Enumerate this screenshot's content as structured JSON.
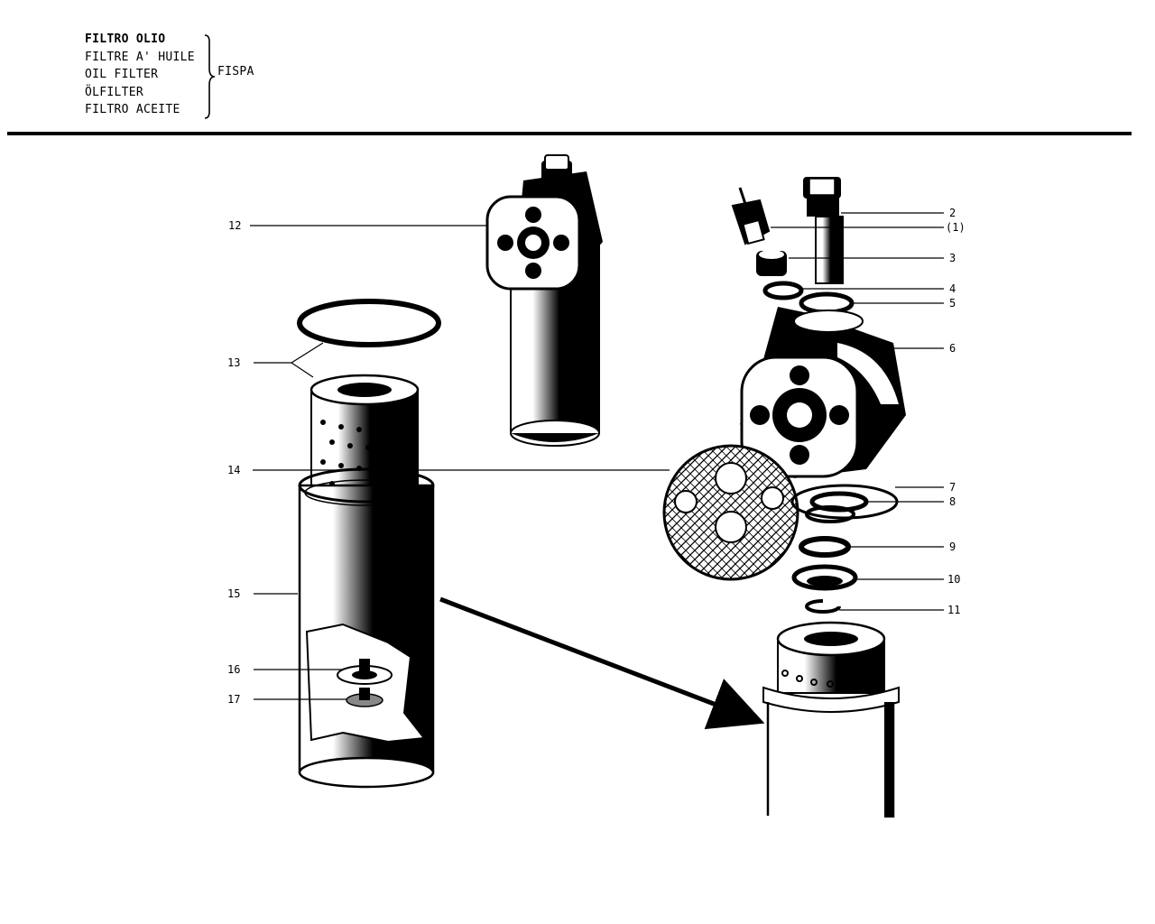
{
  "header": {
    "titles": [
      "FILTRO OLIO",
      "FILTRE A' HUILE",
      "OIL FILTER",
      "ÖLFILTER",
      "FILTRO ACEITE"
    ],
    "manufacturer": "FISPA"
  },
  "callouts": [
    {
      "label": "12"
    },
    {
      "label": "13"
    },
    {
      "label": "14"
    },
    {
      "label": "15"
    },
    {
      "label": "16"
    },
    {
      "label": "17"
    },
    {
      "label": "2"
    },
    {
      "label": "(1)"
    },
    {
      "label": "3"
    },
    {
      "label": "4"
    },
    {
      "label": "5"
    },
    {
      "label": "6"
    },
    {
      "label": "7"
    },
    {
      "label": "8"
    },
    {
      "label": "9"
    },
    {
      "label": "10"
    },
    {
      "label": "11"
    }
  ],
  "colors": {
    "ink": "#000000",
    "paper": "#ffffff"
  }
}
